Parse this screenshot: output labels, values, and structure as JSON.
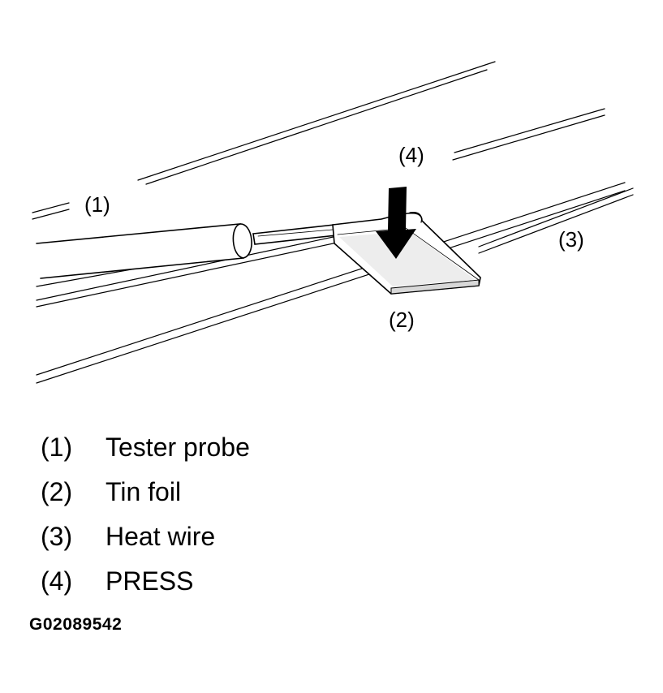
{
  "callouts": {
    "probe": "(1)",
    "foil": "(2)",
    "wire": "(3)",
    "press": "(4)"
  },
  "legend": [
    {
      "number": "(1)",
      "label": "Tester probe"
    },
    {
      "number": "(2)",
      "label": "Tin foil"
    },
    {
      "number": "(3)",
      "label": "Heat wire"
    },
    {
      "number": "(4)",
      "label": "PRESS"
    }
  ],
  "figure_code": "G02089542"
}
